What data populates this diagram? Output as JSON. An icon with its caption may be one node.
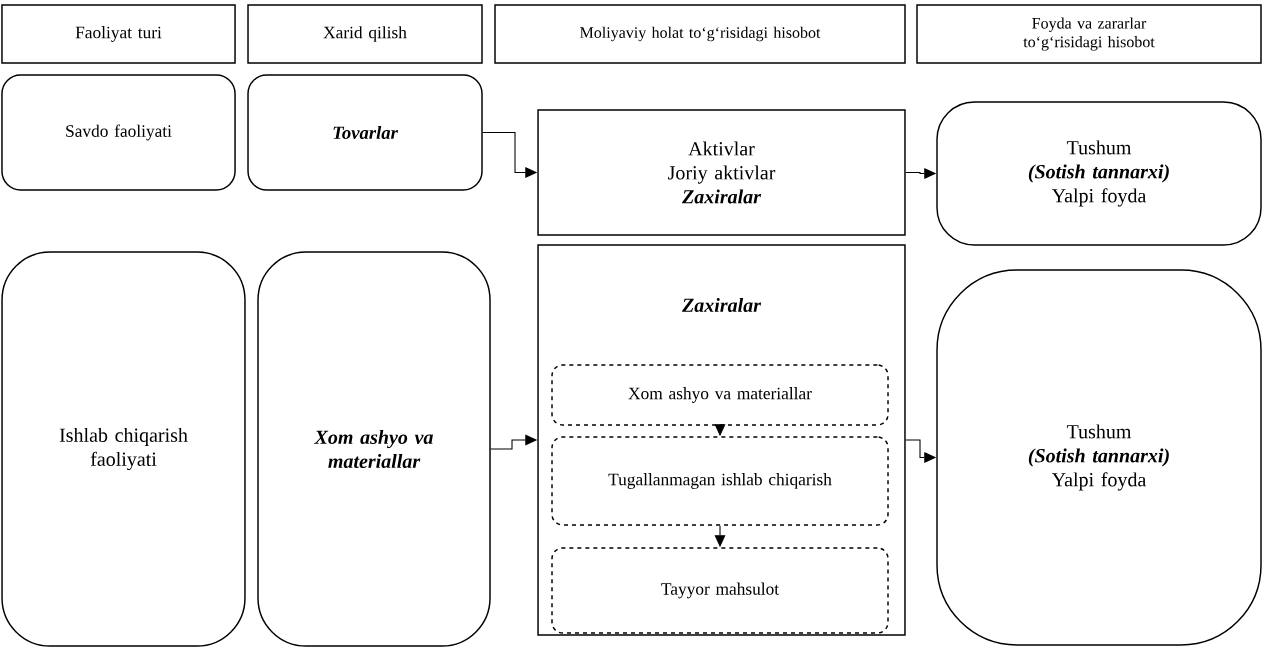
{
  "diagram": {
    "nodes": [
      {
        "text": [
          "Faoliyat turi"
        ]
      },
      {
        "text": [
          "Xarid qilish"
        ]
      },
      {
        "text": [
          "Moliyaviy holat to‘g‘risidagi hisobot"
        ]
      },
      {
        "text": [
          "Foyda va zararlar to‘g‘risidagi hisobot"
        ]
      },
      {
        "text": [
          "Savdo faoliyati"
        ]
      },
      {
        "text": [
          "Tovarlar"
        ]
      },
      {
        "text": [
          "Aktivlar",
          "Joriy aktivlar",
          "Zaxiralar"
        ]
      },
      {
        "text": [
          "Tushum",
          "(Sotish tannarxi)",
          "Yalpi foyda"
        ]
      },
      {
        "text": [
          "Ishlab chiqarish faoliyati"
        ]
      },
      {
        "text": [
          "Xom ashyo va materiallar"
        ]
      },
      {
        "text": [
          "Zaxiralar"
        ]
      },
      {
        "text": [
          "Xom ashyo va materiallar"
        ],
        "in": 10
      },
      {
        "text": [
          "Tugallanmagan ishlab chiqarish"
        ],
        "in": 10
      },
      {
        "text": [
          "Tayyor  mahsulot"
        ],
        "in": 10
      },
      {
        "text": [
          "Tushum",
          "(Sotish tannarxi)",
          "Yalpi foyda"
        ]
      }
    ],
    "edges": [
      {
        "from": 5,
        "to": 6,
        "arrow": "to"
      },
      {
        "from": 6,
        "to": 7,
        "arrow": "to"
      },
      {
        "from": 9,
        "to": 10,
        "arrow": "to"
      },
      {
        "from": 10,
        "to": 14,
        "arrow": "to"
      },
      {
        "from": 11,
        "to": 12,
        "arrow": "to"
      },
      {
        "from": 12,
        "to": 13,
        "arrow": "to"
      }
    ]
  }
}
